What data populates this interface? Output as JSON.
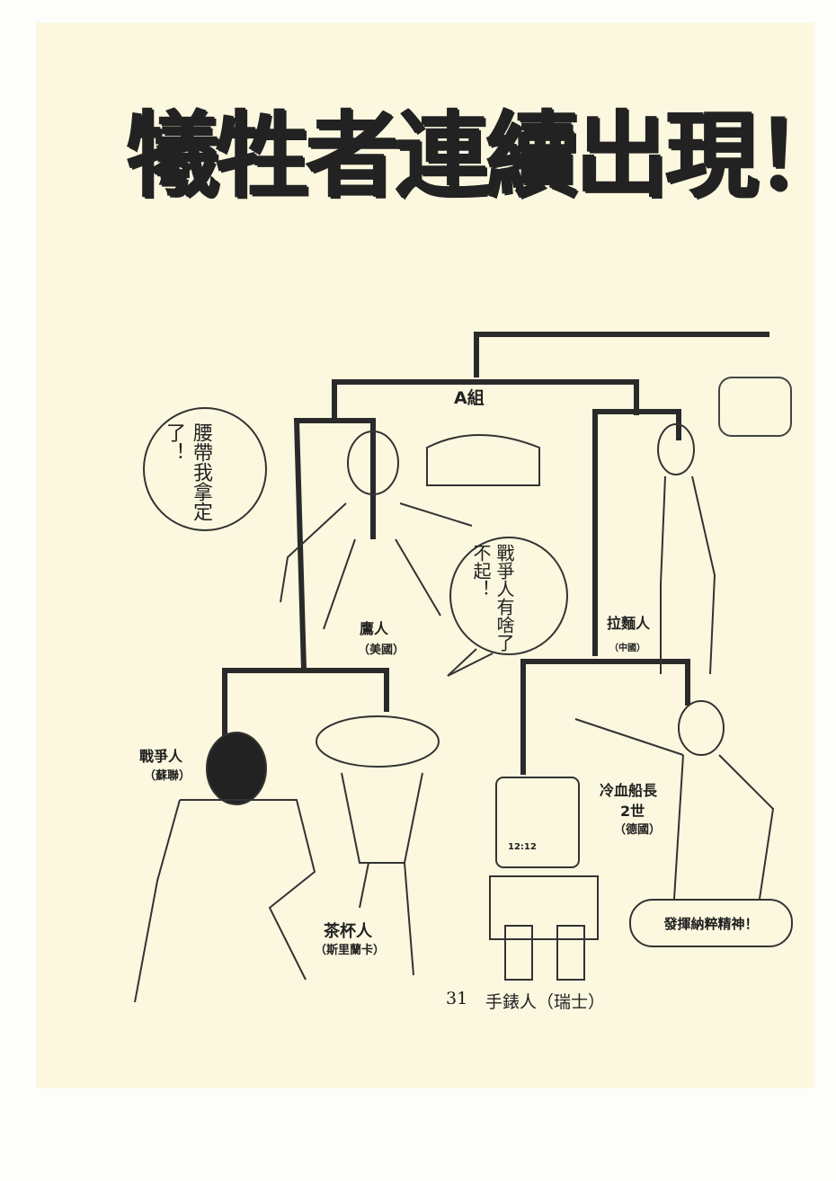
{
  "title": "犧牲者連續出現！",
  "group_label": "A組",
  "characters": [
    {
      "name": "鷹人",
      "country": "（美國）"
    },
    {
      "name": "戰爭人",
      "country": "（蘇聯）"
    },
    {
      "name": "茶杯人",
      "country": "（斯里蘭卡）"
    },
    {
      "name": "拉麵人",
      "country": "（中國）"
    },
    {
      "name": "冷血船長",
      "name2": "2世",
      "country": "（德國）"
    },
    {
      "name": "手錶人（瑞士）"
    }
  ],
  "bubbles": {
    "eagle": "腰帶我拿定了！",
    "teacup": "戰爭人有啥了不起！",
    "captain": "發揮納粹精神！"
  },
  "page_number": "31",
  "clock_display": "12:12",
  "colors": {
    "paper": "#fbf8df",
    "ink": "#222222"
  }
}
